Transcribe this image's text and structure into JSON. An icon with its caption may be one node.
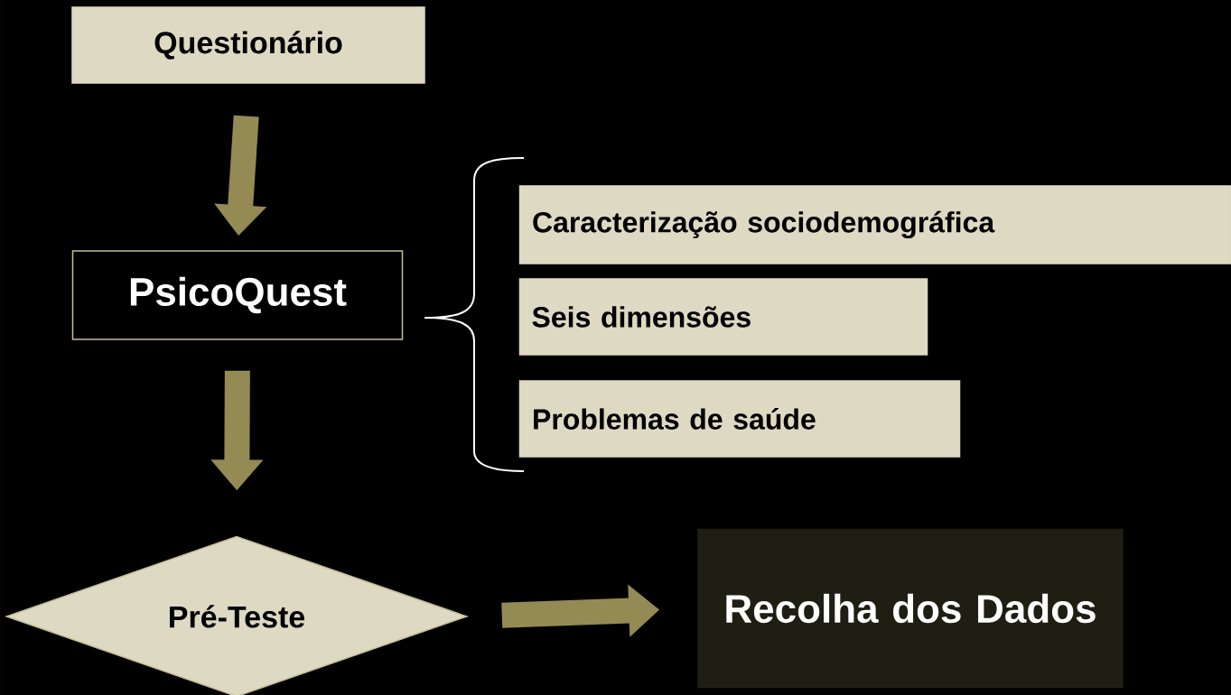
{
  "diagram": {
    "nodes": [
      {
        "text": [
          "Questionário"
        ]
      },
      {
        "text": [
          "PsicoQuest"
        ]
      },
      {
        "text": [
          "Caracterização sociodemográfica"
        ]
      },
      {
        "text": [
          "Seis dimensões"
        ]
      },
      {
        "text": [
          "Problemas de saúde"
        ]
      },
      {
        "text": [
          "Pré-Teste"
        ]
      },
      {
        "text": [
          "Recolha dos Dados"
        ]
      }
    ],
    "edges": [
      {
        "from": 0,
        "to": 1,
        "arrow": "to"
      },
      {
        "from": 1,
        "to": 5,
        "arrow": "to"
      },
      {
        "from": 5,
        "to": 6,
        "arrow": "to"
      }
    ]
  }
}
